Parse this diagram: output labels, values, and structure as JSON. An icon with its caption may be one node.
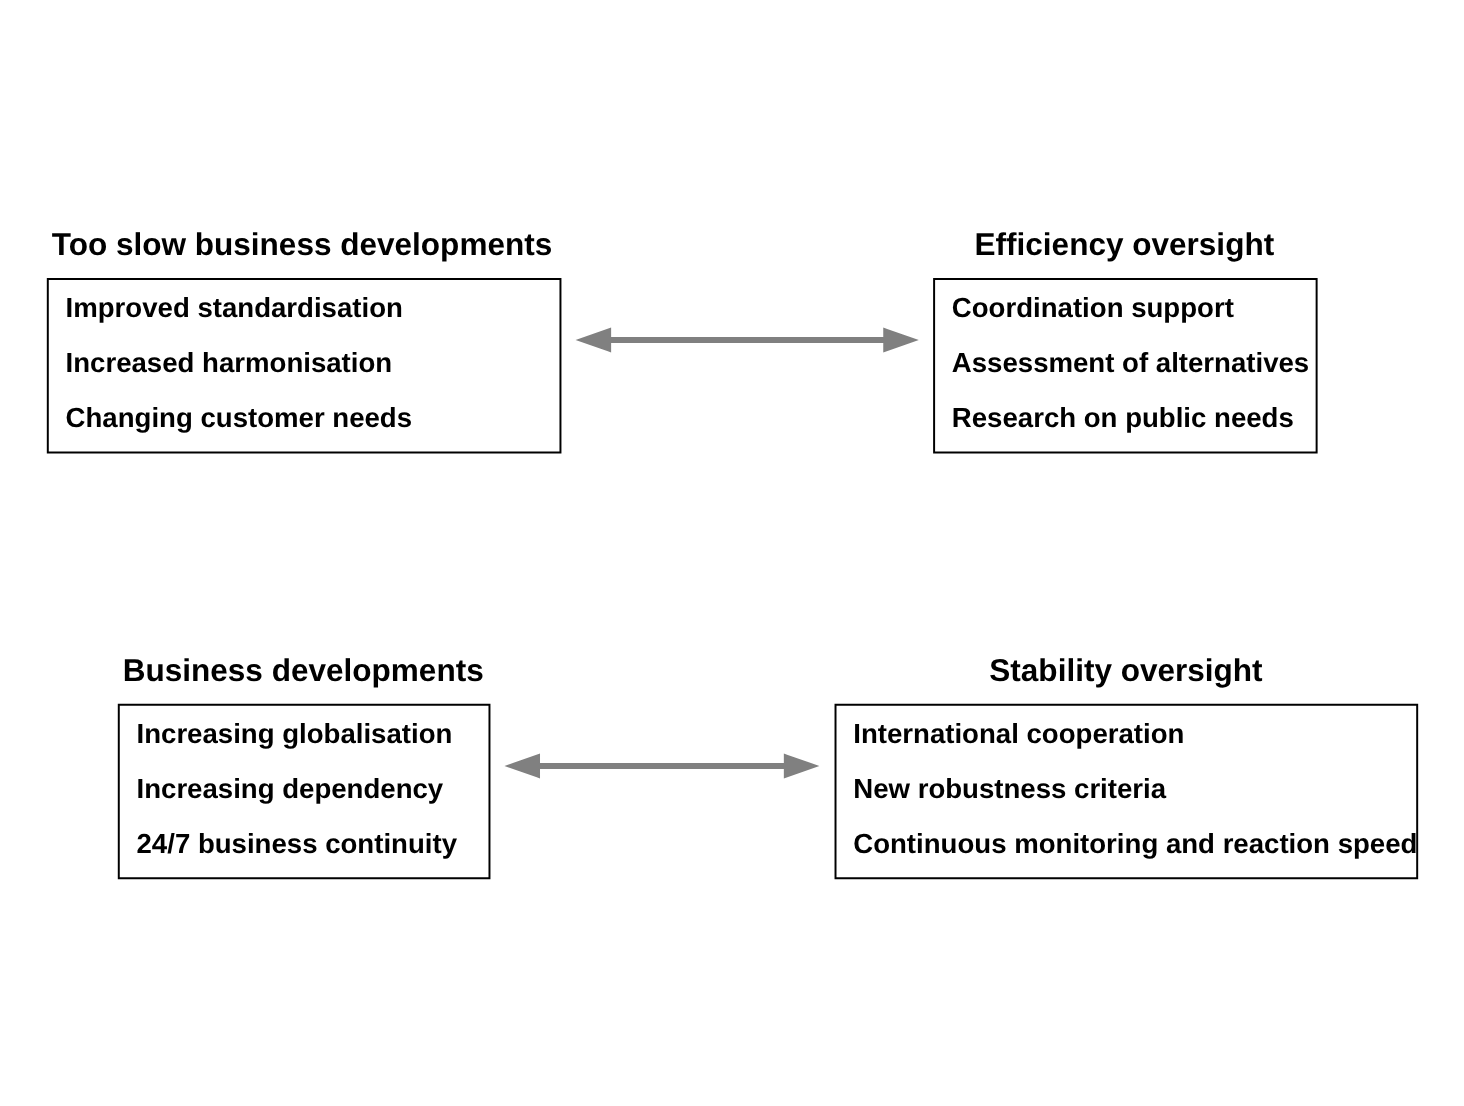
{
  "diagram": {
    "nodes": [
      {
        "text": [
          "Business developments",
          "Increasing globalisation",
          "Increasing dependency",
          "24/7 business continuity"
        ]
      },
      {
        "text": [
          "Stability oversight",
          "International cooperation",
          "New robustness criteria",
          "Continuous monitoring and reaction speed"
        ]
      },
      {
        "text": [
          "Too slow business developments",
          "Improved standardisation",
          "Increased harmonisation",
          "Changing customer needs"
        ]
      },
      {
        "text": [
          "Efficiency oversight",
          "Coordination support",
          "Assessment of alternatives",
          "Research on public needs"
        ]
      }
    ],
    "edges": [
      {
        "from": 0,
        "to": 1,
        "arrow": "both"
      },
      {
        "from": 2,
        "to": 3,
        "arrow": "both"
      }
    ]
  }
}
